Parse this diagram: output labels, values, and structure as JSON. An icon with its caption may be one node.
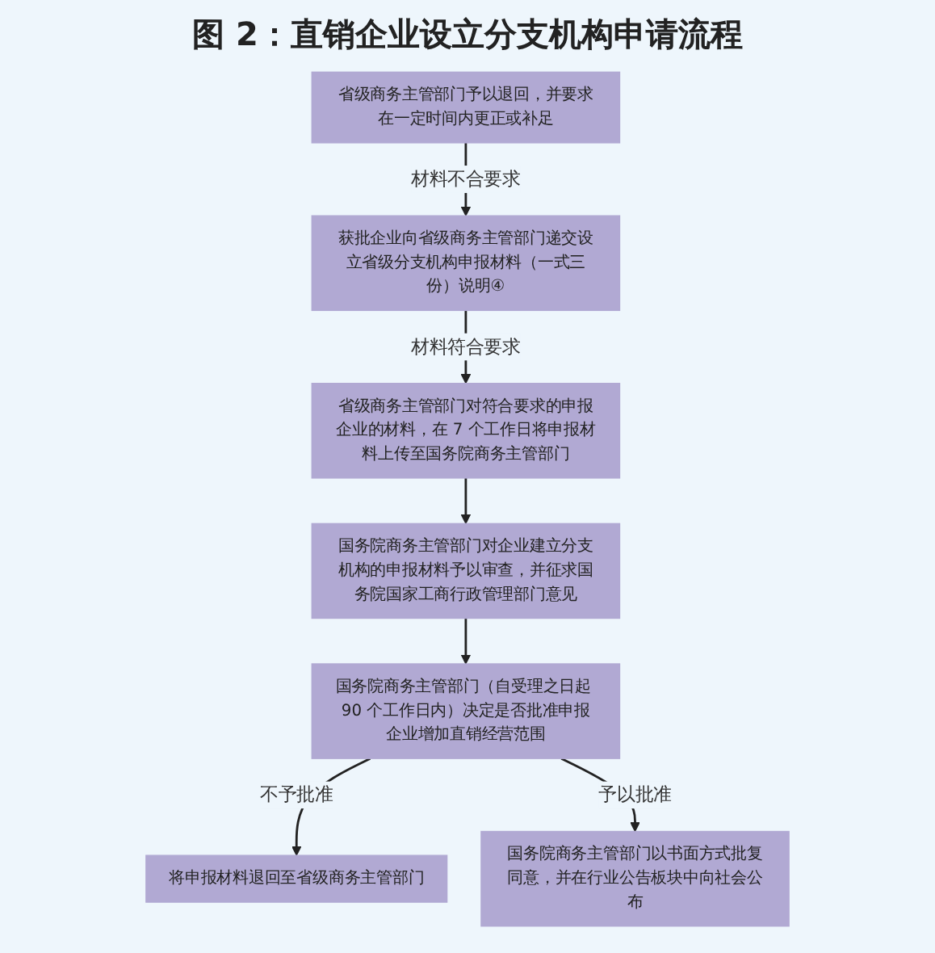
{
  "diagram": {
    "title": "图 2：直销企业设立分支机构申请流程",
    "nodes": [
      {
        "text": [
          "省级商务主管部门予以退回，并要求在一定时间内更正或补足"
        ]
      },
      {
        "text": [
          "获批企业向省级商务主管部门递交设立省级分支机构申报材料（一式三份）说明④"
        ]
      },
      {
        "text": [
          "省级商务主管部门对符合要求的申报企业的材料，在 7 个工作日将申报材料上传至国务院商务主管部门"
        ]
      },
      {
        "text": [
          "国务院商务主管部门对企业建立分支机构的申报材料予以审查，并征求国务院国家工商行政管理部门意见"
        ]
      },
      {
        "text": [
          "将申报材料退回至省级商务主管部门"
        ]
      },
      {
        "text": [
          "国务院商务主管部门（自受理之日起 90 个工作日内）决定是否批准申报企业增加直销经营范围"
        ]
      },
      {
        "text": [
          "国务院商务主管部门以书面方式批复同意，并在行业公告板块中向社会公布"
        ]
      }
    ],
    "edges": [
      {
        "from": 0,
        "to": 1,
        "label": "材料不合要求",
        "arrow": "to"
      },
      {
        "from": 1,
        "to": 2,
        "label": "材料符合要求",
        "arrow": "to"
      },
      {
        "from": 2,
        "to": 3,
        "arrow": "to"
      },
      {
        "from": 3,
        "to": 5,
        "arrow": "to"
      },
      {
        "from": 5,
        "to": 4,
        "label": "不予批准",
        "arrow": "to"
      },
      {
        "from": 5,
        "to": 6,
        "label": "予以批准",
        "arrow": "to"
      }
    ]
  }
}
